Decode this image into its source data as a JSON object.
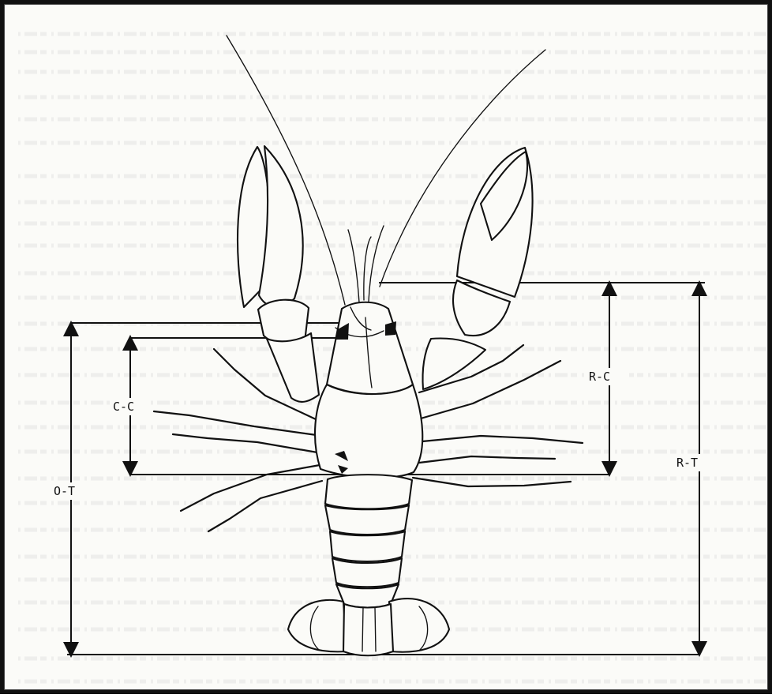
{
  "labels": {
    "c_c": "C-C",
    "r_c": "R-C",
    "r_t": "R-T",
    "o_t": "O-T"
  },
  "colors": {
    "ink": "#111111",
    "paper": "#fbfbf8",
    "border": "#111111"
  }
}
